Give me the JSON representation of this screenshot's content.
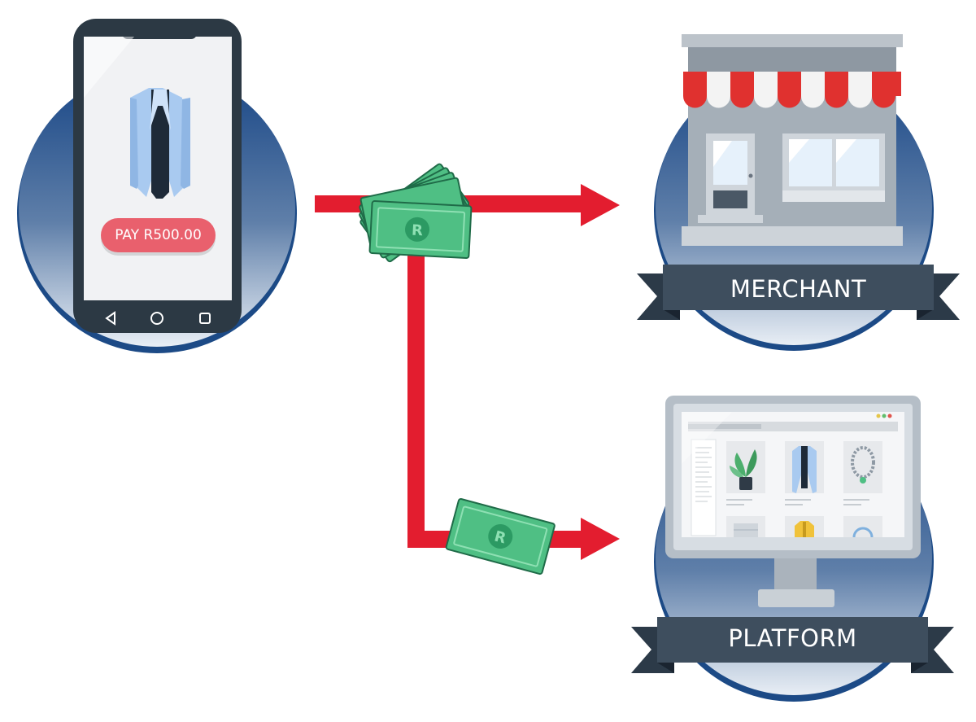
{
  "phone": {
    "pay_label": "PAY R500.00",
    "product_icon": "coat-icon",
    "nav_icons": [
      "back-triangle-icon",
      "home-circle-icon",
      "recents-square-icon"
    ]
  },
  "cash": {
    "currency_symbol": "R",
    "icon": "banknote-icon"
  },
  "merchant": {
    "label": "MERCHANT",
    "icon": "storefront-icon"
  },
  "platform": {
    "label": "PLATFORM",
    "icon": "desktop-monitor-icon",
    "products": [
      "plant-icon",
      "coat-icon",
      "necklace-icon",
      "drawer-icon",
      "jacket-icon",
      "ring-icon"
    ]
  },
  "colors": {
    "flow_red": "#e31d2f",
    "circle_navy": "#1f4e8c",
    "banner": "#3e4e5e",
    "banner_dark": "#23313f",
    "money_green": "#4fbf84",
    "pay_button": "#e9606d"
  }
}
